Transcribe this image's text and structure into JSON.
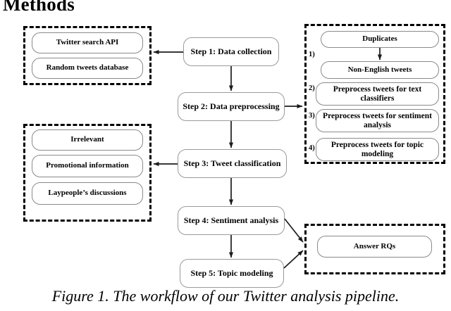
{
  "page": {
    "section_heading": "Methods",
    "caption": "Figure 1. The workflow of our Twitter analysis pipeline."
  },
  "diagram": {
    "pipeline": {
      "steps": [
        {
          "label": "Step 1: Data collection"
        },
        {
          "label": "Step 2: Data preprocessing"
        },
        {
          "label": "Step 3: Tweet classification"
        },
        {
          "label": "Step 4: Sentiment analysis"
        },
        {
          "label": "Step 5: Topic modeling"
        }
      ]
    },
    "data_sources_panel": {
      "items": [
        {
          "label": "Twitter search API"
        },
        {
          "label": "Random tweets database"
        }
      ]
    },
    "tweet_classes_panel": {
      "items": [
        {
          "label": "Irrelevant"
        },
        {
          "label": "Promotional information"
        },
        {
          "label": "Laypeople’s discussions"
        }
      ]
    },
    "preprocessing_panel": {
      "numbers": [
        "1)",
        "2)",
        "3)",
        "4)"
      ],
      "items": [
        {
          "label": "Duplicates"
        },
        {
          "label": "Non-English tweets"
        },
        {
          "label": "Preprocess tweets for text classifiers"
        },
        {
          "label": "Preprocess tweets for sentiment analysis"
        },
        {
          "label": "Preprocess tweets for topic modeling"
        }
      ]
    },
    "output_panel": {
      "items": [
        {
          "label": "Answer RQs"
        }
      ]
    }
  }
}
